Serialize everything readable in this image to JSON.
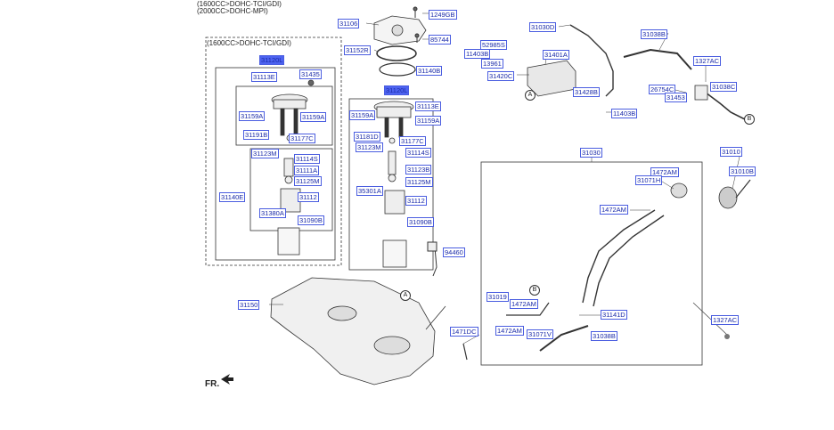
{
  "header": {
    "line1": "(1600CC>DOHC-TCI/GDI)",
    "line2": "(2000CC>DOHC-MPI)",
    "box_title": "(1600CC>DOHC-TCI/GDI)"
  },
  "front_label": "FR.",
  "callouts": [
    "A",
    "B"
  ],
  "parts": {
    "p31106": "31106",
    "p1249gb": "1249GB",
    "p85744": "85744",
    "p31152r": "31152R",
    "p31140b": "31140B",
    "p31030d": "31030D",
    "p52985s": "52985S",
    "p11403b_a": "11403B",
    "p13961": "13961",
    "p31401a": "31401A",
    "p31420c": "31420C",
    "p31038b_a": "31038B",
    "p1327ac_a": "1327AC",
    "p26754c": "26754C",
    "p31038c": "31038C",
    "p31453": "31453",
    "p31428b": "31428B",
    "p11403b_b": "11403B",
    "l_31120l": "31120L",
    "l_31113e": "31113E",
    "l_31435": "31435",
    "l_31159a_1": "31159A",
    "l_31159a_2": "31159A",
    "l_31191b": "31191B",
    "l_31177c": "31177C",
    "l_31123m": "31123M",
    "l_31114s": "31114S",
    "l_31111a": "31111A",
    "l_31125m": "31125M",
    "l_31140e": "31140E",
    "l_31112": "31112",
    "l_31380a": "31380A",
    "l_31090b": "31090B",
    "r_31120l": "31120L",
    "r_31113e": "31113E",
    "r_31159a_1": "31159A",
    "r_31159a_2": "31159A",
    "r_31181d": "31181D",
    "r_31177c": "31177C",
    "r_31123m": "31123M",
    "r_31114s": "31114S",
    "r_31123b": "31123B",
    "r_31125m": "31125M",
    "r_35301a": "35301A",
    "r_31112": "31112",
    "r_31090b": "31090B",
    "p94460": "94460",
    "p31150": "31150",
    "p31030": "31030",
    "p1472am_a": "1472AM",
    "p31071h": "31071H",
    "p1472am_b": "1472AM",
    "p31010": "31010",
    "p31010b": "31010B",
    "p31019": "31019",
    "p1472am_c": "1472AM",
    "p1472am_d": "1472AM",
    "p31141d": "31141D",
    "p1471dc": "1471DC",
    "p31071v": "31071V",
    "p31038b_b": "31038B",
    "p1327ac_b": "1327AC"
  },
  "colors": {
    "label_border": "#4a5de0",
    "label_text": "#1a2aa8",
    "highlight_fill": "#4d63f0",
    "line": "#333333"
  }
}
